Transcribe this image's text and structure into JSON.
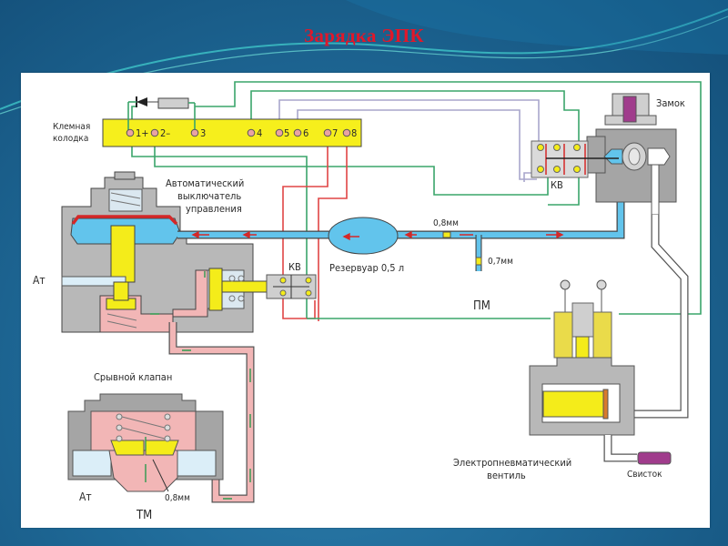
{
  "slide": {
    "title": "Зарядка ЭПК",
    "title_color": "#e0182a"
  },
  "diagram": {
    "terminal_block": {
      "label_line1": "Клемная",
      "label_line2": "колодка",
      "terminals": [
        "1+",
        "2–",
        "3",
        "4",
        "5",
        "6",
        "7",
        "8"
      ]
    },
    "components": {
      "auto_switch_line1": "Автоматический",
      "auto_switch_line2": "выключатель",
      "auto_switch_line3": "управления",
      "kv_left": "КВ",
      "kv_right": "КВ",
      "lock": "Замок",
      "reservoir": "Резервуар 0,5 л",
      "orifice_main": "0,8мм",
      "orifice_pm": "0,7мм",
      "pm": "ПМ",
      "atm_upper": "Ат",
      "breakaway_valve": "Срывной клапан",
      "atm_lower": "Ат",
      "tm": "ТМ",
      "orifice_valve": "0,8мм",
      "epv_line1": "Электропневматический",
      "epv_line2": "вентиль",
      "whistle": "Свисток"
    },
    "colors": {
      "wire_green": "#3aa56a",
      "wire_red": "#e04545",
      "wire_lilac": "#a8a6cc",
      "air_blue": "#62c4ec",
      "air_pink": "#f2b6b6",
      "body_gray": "#b8b8b8",
      "yellow": "#f4ec1a",
      "lock_magenta": "#a03c8c"
    }
  }
}
